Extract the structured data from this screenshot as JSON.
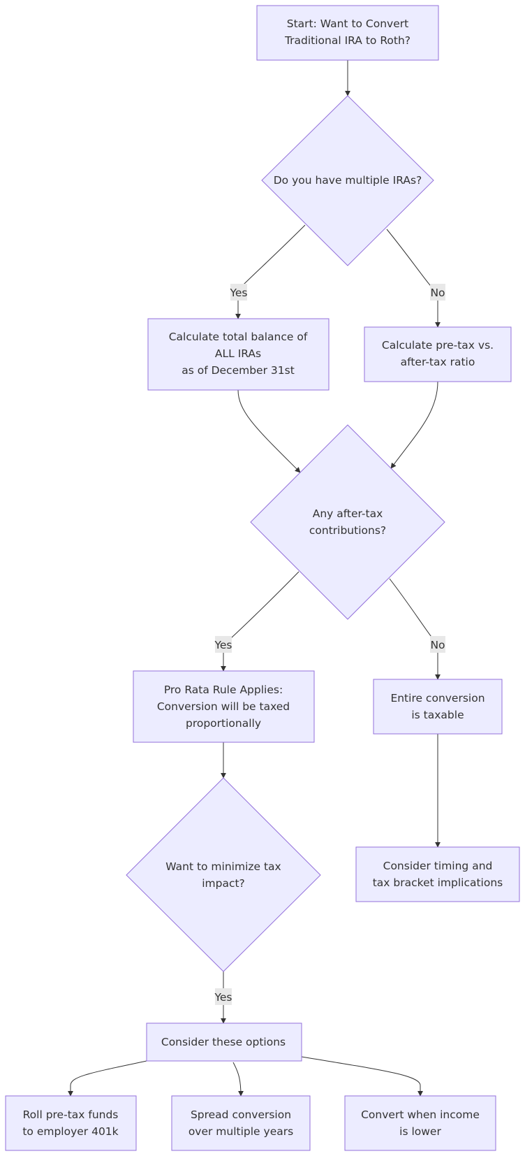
{
  "nodes": {
    "start": [
      "Start: Want to Convert",
      "Traditional IRA to Roth?"
    ],
    "multiple_iras": [
      "Do you have multiple IRAs?"
    ],
    "total_balance": [
      "Calculate total balance of",
      "ALL IRAs",
      "as of December 31st"
    ],
    "ratio": [
      "Calculate pre-tax vs.",
      "after-tax ratio"
    ],
    "after_tax": [
      "Any after-tax",
      "contributions?"
    ],
    "pro_rata": [
      "Pro Rata Rule Applies:",
      "Conversion will be taxed",
      "proportionally"
    ],
    "entire_taxable": [
      "Entire conversion",
      "is taxable"
    ],
    "minimize": [
      "Want to minimize tax",
      "impact?"
    ],
    "timing": [
      "Consider timing and",
      "tax bracket implications"
    ],
    "options": [
      "Consider these options"
    ],
    "roll": [
      "Roll pre-tax funds",
      "to employer 401k"
    ],
    "spread": [
      "Spread conversion",
      "over multiple years"
    ],
    "convert_low": [
      "Convert when income",
      "is lower"
    ]
  },
  "edge_labels": {
    "multiple_yes": "Yes",
    "multiple_no": "No",
    "aftertax_yes": "Yes",
    "aftertax_no": "No",
    "minimize_yes": "Yes"
  },
  "colors": {
    "node_fill": "#ECECFF",
    "node_stroke": "#9370DB",
    "edge": "#333333",
    "text": "#333333",
    "label_bg": "#e8e8e8"
  }
}
